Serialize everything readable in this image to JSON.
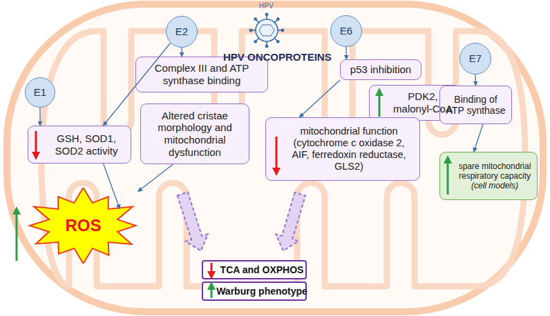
{
  "diagram": {
    "nodes": [
      {
        "text": [
          "E1"
        ]
      },
      {
        "text": [
          "E2"
        ]
      },
      {
        "text": [
          "E6"
        ]
      },
      {
        "text": [
          "E7"
        ]
      },
      {
        "text": [
          "GSH, SOD1, SOD2 activity"
        ]
      },
      {
        "text": [
          "Complex III and ATP synthase binding"
        ]
      },
      {
        "text": [
          "Altered cristae morphology and mitochondrial dysfunction"
        ]
      },
      {
        "text": [
          "p53 inhibition"
        ]
      },
      {
        "text": [
          "PDK2, malonyl-CoA"
        ]
      },
      {
        "text": [
          "mitochondrial function (cytochrome c oxidase 2, AIF, ferredoxin reductase, GLS2)"
        ]
      },
      {
        "text": [
          "Binding of ATP synthase"
        ]
      },
      {
        "text": [
          "spare mitochondrial respiratory capacity",
          "(cell models)"
        ]
      },
      {
        "text": [
          "ROS"
        ]
      },
      {
        "text": [
          "TCA and OXPHOS"
        ]
      },
      {
        "text": [
          "Warburg phenotype"
        ]
      }
    ],
    "edges": [
      {
        "from": 0,
        "to": 4,
        "arrow": "to"
      },
      {
        "from": 1,
        "to": 4,
        "arrow": "to"
      },
      {
        "from": 1,
        "to": 5,
        "arrow": "to"
      },
      {
        "from": 2,
        "to": 7,
        "arrow": "to"
      },
      {
        "from": 7,
        "to": 9,
        "arrow": "to"
      },
      {
        "from": 3,
        "to": 10,
        "arrow": "to"
      },
      {
        "from": 10,
        "to": 11,
        "arrow": "to"
      },
      {
        "from": 4,
        "to": 12,
        "arrow": "to"
      },
      {
        "from": 6,
        "to": 12,
        "arrow": "to"
      },
      {
        "from": 6,
        "to": 13,
        "arrow": "to"
      },
      {
        "from": 9,
        "to": 13,
        "arrow": "to"
      }
    ],
    "labels": [
      "HPV",
      "HPV ONCOPROTEINS"
    ]
  }
}
